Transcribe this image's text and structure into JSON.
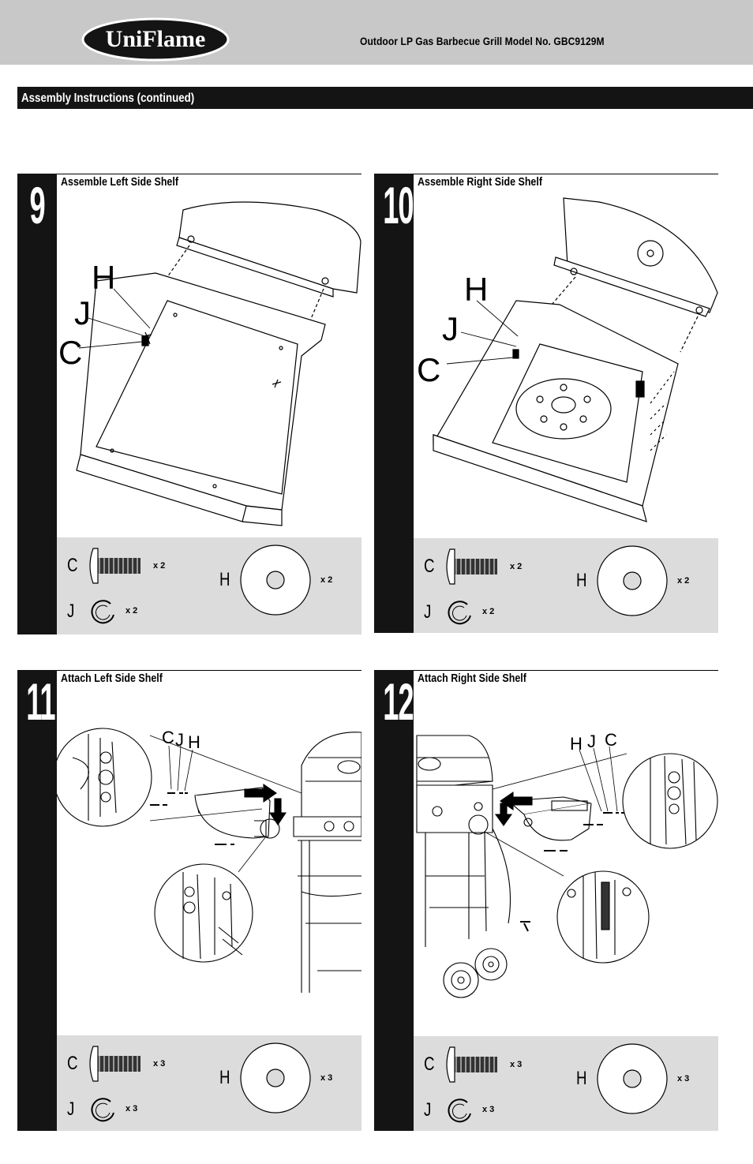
{
  "header": {
    "brand": "UniFlame",
    "title": "Outdoor LP Gas Barbecue Grill  Model No. GBC9129M"
  },
  "section": {
    "title": "Assembly Instructions (continued)"
  },
  "steps": [
    {
      "number": "9",
      "title": "Assemble Left Side Shelf",
      "callouts": [
        "H",
        "J",
        "C"
      ],
      "parts": [
        {
          "letter": "C",
          "qty": "x 2"
        },
        {
          "letter": "J",
          "qty": "x 2"
        },
        {
          "letter": "H",
          "qty": "x 2"
        }
      ]
    },
    {
      "number": "10",
      "title": "Assemble Right Side Shelf",
      "callouts": [
        "H",
        "J",
        "C"
      ],
      "parts": [
        {
          "letter": "C",
          "qty": "x 2"
        },
        {
          "letter": "J",
          "qty": "x 2"
        },
        {
          "letter": "H",
          "qty": "x 2"
        }
      ]
    },
    {
      "number": "11",
      "title": "Attach Left Side Shelf",
      "callouts": [
        "C",
        "J",
        "H"
      ],
      "parts": [
        {
          "letter": "C",
          "qty": "x 3"
        },
        {
          "letter": "J",
          "qty": "x 3"
        },
        {
          "letter": "H",
          "qty": "x 3"
        }
      ]
    },
    {
      "number": "12",
      "title": "Attach Right Side Shelf",
      "callouts": [
        "H",
        "J",
        "C"
      ],
      "parts": [
        {
          "letter": "C",
          "qty": "x 3"
        },
        {
          "letter": "J",
          "qty": "x 3"
        },
        {
          "letter": "H",
          "qty": "x 3"
        }
      ]
    }
  ]
}
